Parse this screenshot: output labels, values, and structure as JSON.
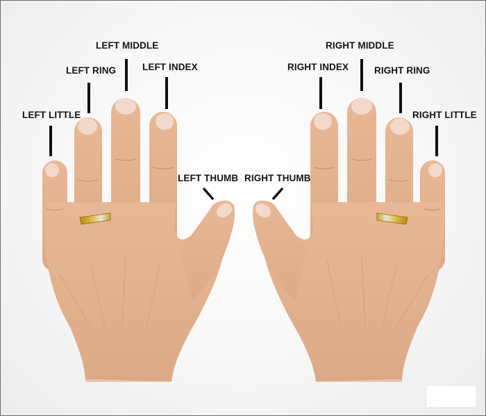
{
  "labels": {
    "left_little": "LEFT LITTLE",
    "left_ring": "LEFT RING",
    "left_middle": "LEFT MIDDLE",
    "left_index": "LEFT INDEX",
    "left_thumb": "LEFT THUMB",
    "right_thumb": "RIGHT THUMB",
    "right_index": "RIGHT INDEX",
    "right_middle": "RIGHT MIDDLE",
    "right_ring": "RIGHT RING",
    "right_little": "RIGHT LITTLE"
  },
  "colors": {
    "skin": "#e3b08c",
    "skin_shadow": "#c8916c",
    "nail": "#f1d6c6",
    "ring_gold": "#c9a227",
    "ring_silver": "#d9d4c8",
    "label_text": "#141414",
    "leader_line": "#111111"
  }
}
